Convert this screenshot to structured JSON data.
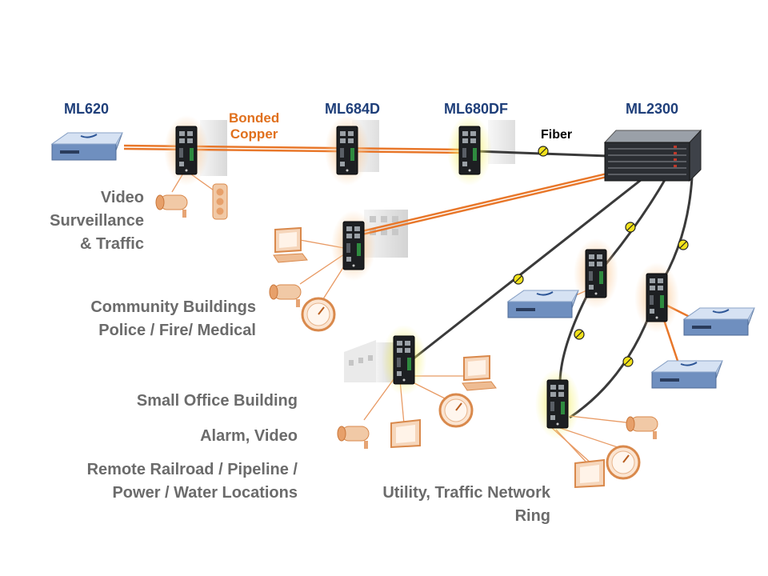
{
  "models": {
    "ml620": "ML620",
    "ml684d": "ML684D",
    "ml680df": "ML680DF",
    "ml2300": "ML2300"
  },
  "links": {
    "bonded_line1": "Bonded",
    "bonded_line2": "Copper",
    "fiber": "Fiber"
  },
  "groups": {
    "video_line1": "Video",
    "video_line2": "Surveillance",
    "video_line3": "& Traffic",
    "community_line1": "Community Buildings",
    "community_line2": "Police / Fire/ Medical",
    "small_office": "Small Office Building",
    "alarm_video": "Alarm, Video",
    "remote_line1": "Remote Railroad / Pipeline /",
    "remote_line2": "Power / Water Locations",
    "utility_line1": "Utility, Traffic Network",
    "utility_line2": "Ring"
  },
  "colors": {
    "copper": "#e8772a",
    "fiber_cable": "#3a3a3a",
    "fiber_marker": "#f2e21b",
    "model_text": "#1f3f7a",
    "group_text": "#6b6b6b",
    "device_glow": "#f9c58f",
    "device_glow_yellow": "#f4f06a",
    "endpoint_icon": "#e9a06a"
  }
}
